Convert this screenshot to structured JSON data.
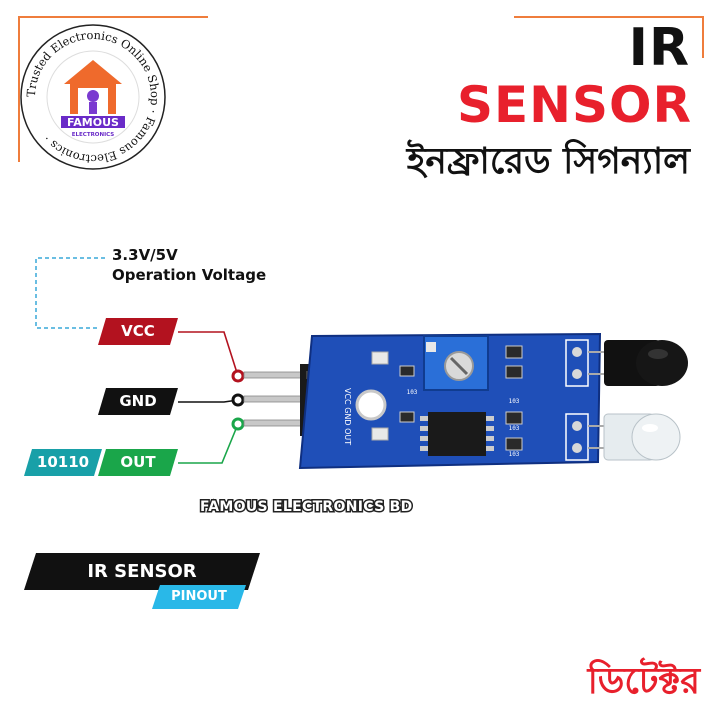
{
  "logo": {
    "ring_text": "Trusted Electronics Online Shop · Famous Electronics ·",
    "brand_word": "FAMOUS",
    "brand_sub": "ELECTRONICS"
  },
  "title": {
    "ir": "IR",
    "sensor": "SENSOR",
    "bengali": "ইনফ্রারেড সিগন্যাল"
  },
  "voltage": {
    "value": "3.3V/5V",
    "label": "Operation Voltage"
  },
  "pins": {
    "vcc": "VCC",
    "gnd": "GND",
    "out": "OUT",
    "out_value": "10110"
  },
  "board_marks": {
    "silkscreen": "VCC GND OUT",
    "resistors": [
      "103",
      "103",
      "103",
      "103"
    ]
  },
  "brand_banner": "FAMOUS ELECTRONICS BD",
  "pinout": {
    "title": "IR SENSOR",
    "sub": "PINOUT"
  },
  "bottom_bengali": "ডিটেক্টর",
  "colors": {
    "accent_orange": "#ef7d3c",
    "red": "#e8202c",
    "board_blue": "#1f4fb8",
    "vcc_red": "#b3121f",
    "out_green": "#1aa64a",
    "teal": "#18a0a8",
    "pinout_blue": "#29b8e8"
  }
}
